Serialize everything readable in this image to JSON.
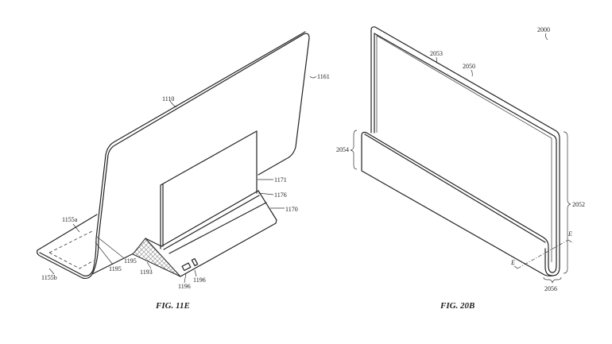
{
  "figures": [
    {
      "caption": "FIG. 11E",
      "labels": {
        "l1110": "1110",
        "l1161": "1161",
        "l1171": "1171",
        "l1176": "1176",
        "l1170": "1170",
        "l1155a": "1155a",
        "l1155b": "1155b",
        "l1195a": "1195",
        "l1195b": "1195",
        "l1193": "1193",
        "l1196a": "1196",
        "l1196b": "1196"
      }
    },
    {
      "caption": "FIG. 20B",
      "labels": {
        "l2000": "2000",
        "l2053": "2053",
        "l2050": "2050",
        "l2054": "2054",
        "l2052": "2052",
        "l2056": "2056",
        "lE1": "E",
        "lE2": "E"
      }
    }
  ]
}
